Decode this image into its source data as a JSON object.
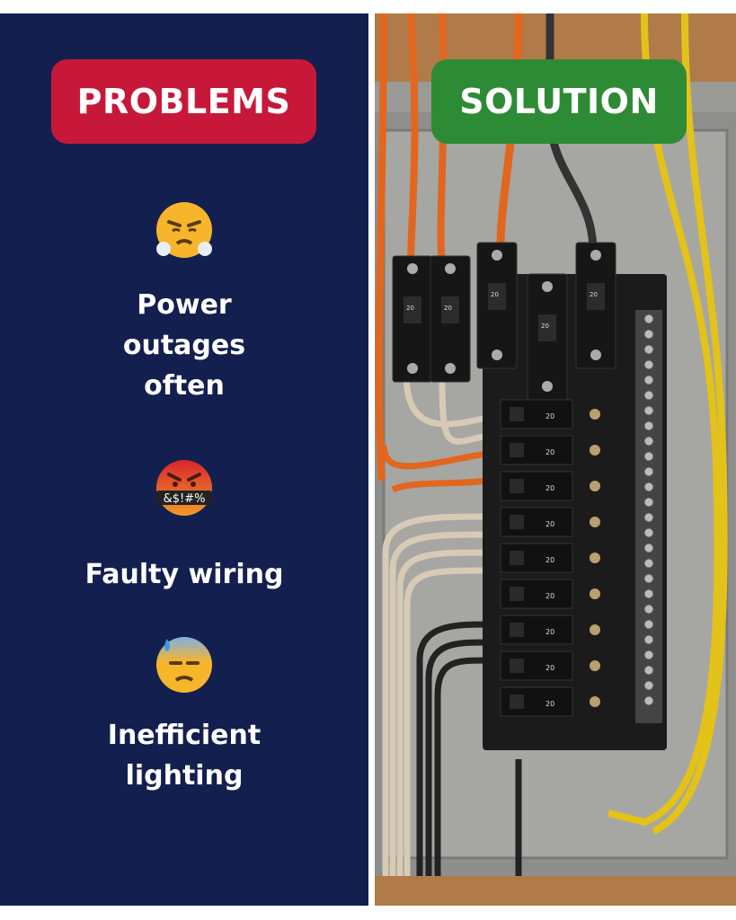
{
  "problems": {
    "title": "PROBLEMS",
    "items": [
      {
        "emoji": "face-with-steam-from-nose-icon",
        "text_lines": [
          "Power",
          "outages",
          "often"
        ]
      },
      {
        "emoji": "face-with-symbols-on-mouth-icon",
        "symbols": "&$!#%",
        "text_lines": [
          "Faulty wiring"
        ]
      },
      {
        "emoji": "downcast-face-with-sweat-icon",
        "text_lines": [
          "Inefficient",
          "lighting"
        ]
      }
    ]
  },
  "solution": {
    "title": "SOLUTION",
    "breaker_rating": "20"
  },
  "colors": {
    "navy": "#131f4f",
    "red": "#c8183a",
    "green": "#2e8b35"
  }
}
